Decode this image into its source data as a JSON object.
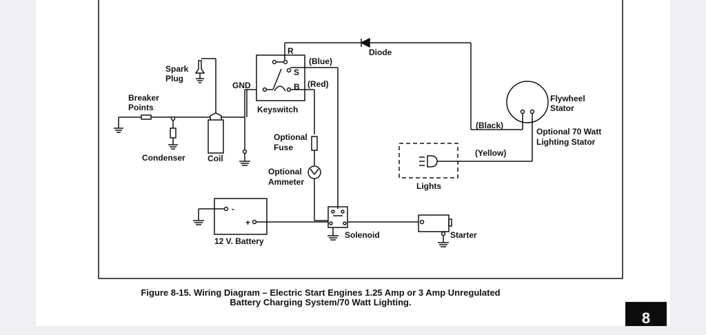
{
  "diagram": {
    "labels": {
      "spark_plug_1": "Spark",
      "spark_plug_2": "Plug",
      "breaker_1": "Breaker",
      "breaker_2": "Points",
      "condenser": "Condenser",
      "coil": "Coil",
      "gnd": "GND",
      "r": "R",
      "s": "S",
      "b": "B",
      "blue": "(Blue)",
      "red": "(Red)",
      "keyswitch": "Keyswitch",
      "diode": "Diode",
      "flywheel_1": "Flywheel",
      "flywheel_2": "Stator",
      "black": "(Black)",
      "optional70_1": "Optional 70 Watt",
      "optional70_2": "Lighting Stator",
      "yellow": "(Yellow)",
      "lights": "Lights",
      "fuse_1": "Optional",
      "fuse_2": "Fuse",
      "ammeter_1": "Optional",
      "ammeter_2": "Ammeter",
      "battery": "12 V. Battery",
      "minus": "-",
      "plus": "+",
      "solenoid": "Solenoid",
      "starter": "Starter"
    }
  },
  "caption": {
    "line1": "Figure 8-15. Wiring Diagram – Electric Start Engines 1.25 Amp or 3 Amp Unregulated",
    "line2": "Battery Charging System/70 Watt Lighting."
  },
  "page_tab": "8"
}
